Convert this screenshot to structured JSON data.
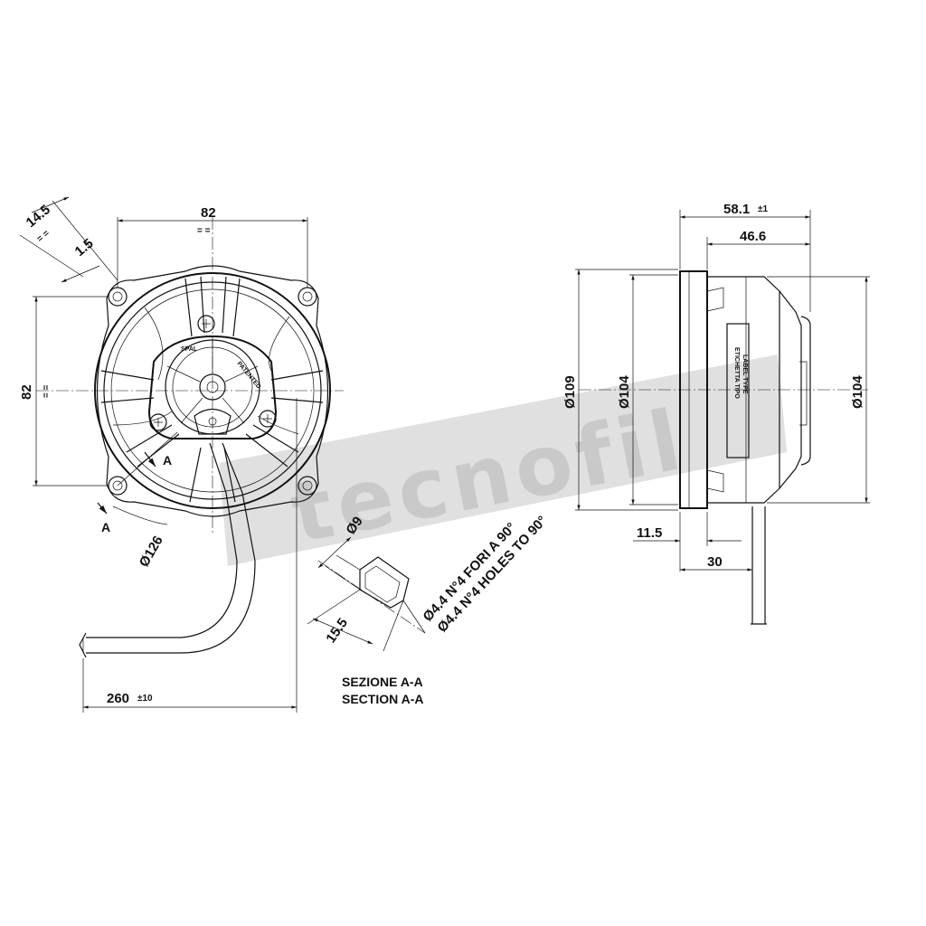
{
  "front_view": {
    "dim_hole_width": "82",
    "dim_hole_height": "82",
    "dim_tab": "14.5",
    "dim_offset": "1.5",
    "dim_diameter": "Ø126",
    "dim_cable_length": "260",
    "dim_cable_tol": "±10",
    "section_marker": "A",
    "hub_brand": "SPAL",
    "hub_patent": "PATENTED",
    "equal_mark": "= ="
  },
  "section": {
    "dim_hole": "Ø9",
    "dim_depth": "15.5",
    "note_it": "Ø4.4 N°4 FORI A 90°",
    "note_en": "Ø4.4 N°4 HOLES TO 90°",
    "title_it": "SEZIONE A-A",
    "title_en": "SECTION A-A"
  },
  "side_view": {
    "dim_depth_total": "58.1",
    "dim_depth_tol": "±1",
    "dim_depth_body": "46.6",
    "dim_dia_outer": "Ø109",
    "dim_dia_frame": "Ø104",
    "dim_dia_motor": "Ø104",
    "dim_flange": "11.5",
    "dim_offset": "30",
    "label_it": "ETICHETTA TIPO",
    "label_en": "LABEL TYPE"
  },
  "watermark": {
    "text": "tecnofil"
  }
}
